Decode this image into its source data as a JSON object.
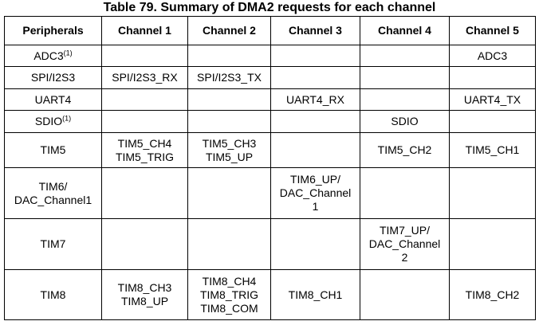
{
  "caption": "Table 79. Summary of DMA2 requests for each channel",
  "headers": [
    "Peripherals",
    "Channel 1",
    "Channel 2",
    "Channel 3",
    "Channel 4",
    "Channel 5"
  ],
  "rows": [
    {
      "peripheral": [
        "ADC3"
      ],
      "sup": "(1)",
      "cells": [
        [],
        [],
        [],
        [],
        [
          "ADC3"
        ]
      ]
    },
    {
      "peripheral": [
        "SPI/I2S3"
      ],
      "sup": "",
      "cells": [
        [
          "SPI/I2S3_RX"
        ],
        [
          "SPI/I2S3_TX"
        ],
        [],
        [],
        []
      ]
    },
    {
      "peripheral": [
        "UART4"
      ],
      "sup": "",
      "cells": [
        [],
        [],
        [
          "UART4_RX"
        ],
        [],
        [
          "UART4_TX"
        ]
      ]
    },
    {
      "peripheral": [
        "SDIO"
      ],
      "sup": "(1)",
      "cells": [
        [],
        [],
        [],
        [
          "SDIO"
        ],
        []
      ]
    },
    {
      "peripheral": [
        "TIM5"
      ],
      "sup": "",
      "cells": [
        [
          "TIM5_CH4",
          "TIM5_TRIG"
        ],
        [
          "TIM5_CH3",
          "TIM5_UP"
        ],
        [],
        [
          "TIM5_CH2"
        ],
        [
          "TIM5_CH1"
        ]
      ]
    },
    {
      "peripheral": [
        "TIM6/",
        "DAC_Channel1"
      ],
      "sup": "",
      "cells": [
        [],
        [],
        [
          "TIM6_UP/",
          "DAC_Channel",
          "1"
        ],
        [],
        []
      ]
    },
    {
      "peripheral": [
        "TIM7"
      ],
      "sup": "",
      "cells": [
        [],
        [],
        [],
        [
          "TIM7_UP/",
          "DAC_Channel",
          "2"
        ],
        []
      ]
    },
    {
      "peripheral": [
        "TIM8"
      ],
      "sup": "",
      "cells": [
        [
          "TIM8_CH3",
          "TIM8_UP"
        ],
        [
          "TIM8_CH4",
          "TIM8_TRIG",
          "TIM8_COM"
        ],
        [
          "TIM8_CH1"
        ],
        [],
        [
          "TIM8_CH2"
        ]
      ]
    }
  ]
}
